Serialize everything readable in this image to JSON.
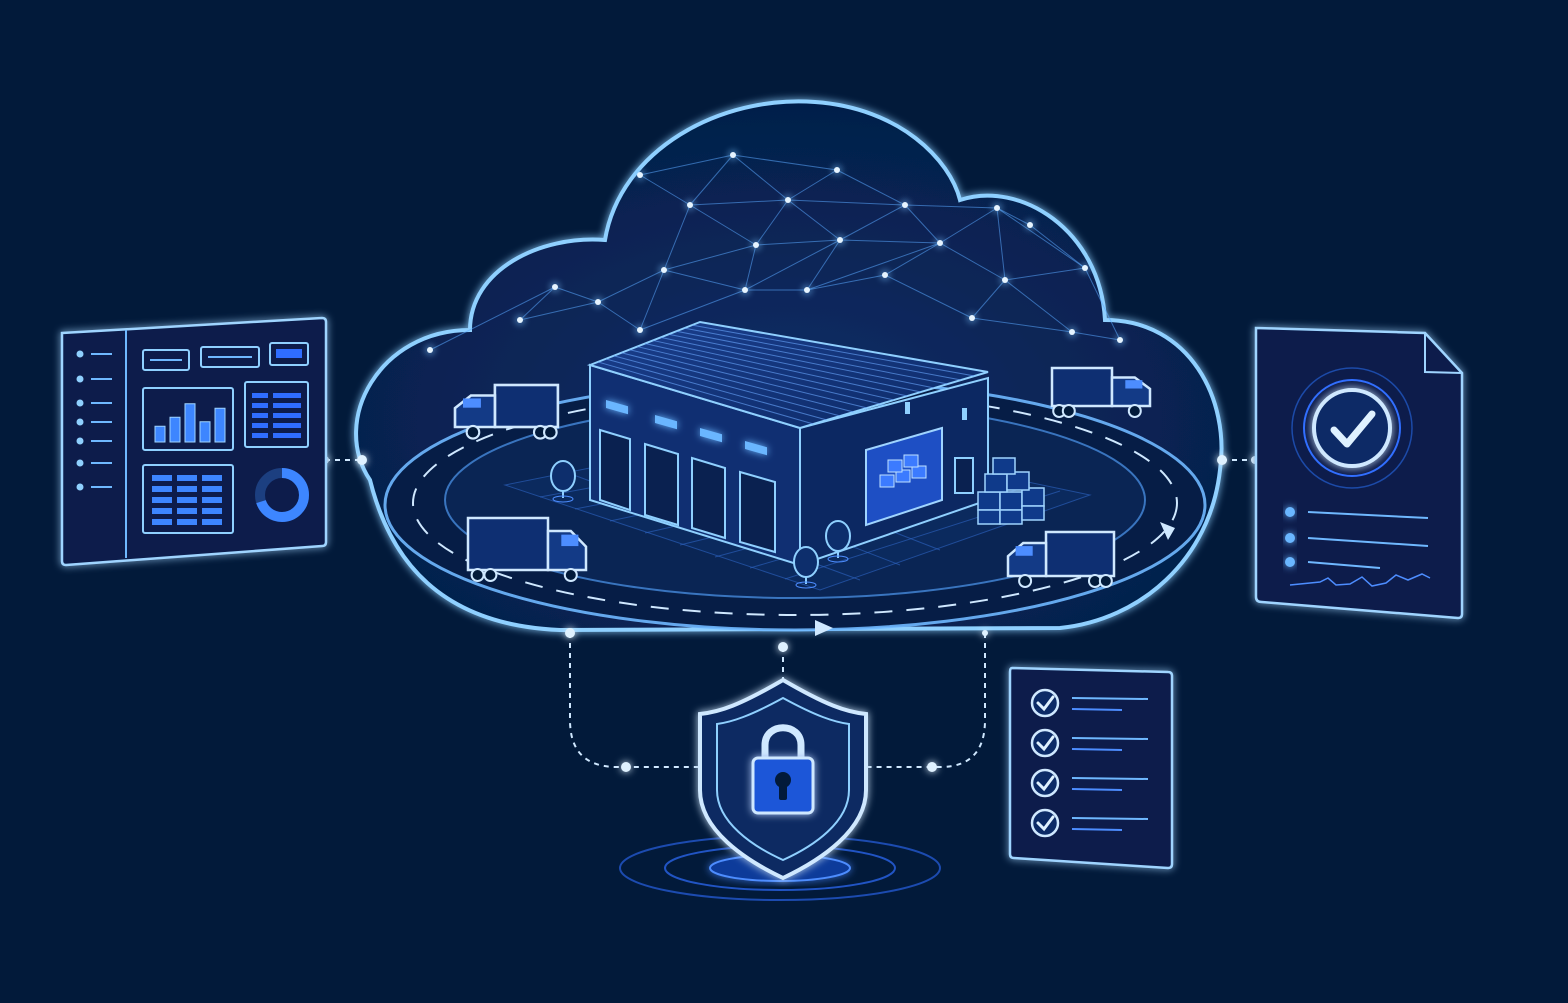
{
  "colors": {
    "background": "#021a3a",
    "glow": "#7cc4ff",
    "line": "#9fd4ff",
    "accent": "#2f6dff",
    "panel": "#0a2a62",
    "panel_dark": "#062150"
  },
  "icons": {
    "dashboard": "dashboard-panel-icon",
    "document": "verified-document-icon",
    "checklist": "checklist-icon",
    "shield": "shield-lock-icon",
    "cloud": "cloud-network-icon",
    "warehouse": "warehouse-icon",
    "truck": "truck-icon",
    "tree": "tree-icon",
    "boxes": "cargo-boxes-icon"
  },
  "dashboard": {
    "bars": [
      0.35,
      0.55,
      0.85,
      0.45,
      0.75
    ],
    "donut_fraction": 0.7
  },
  "checklist": {
    "checked": [
      true,
      true,
      true,
      true
    ]
  }
}
